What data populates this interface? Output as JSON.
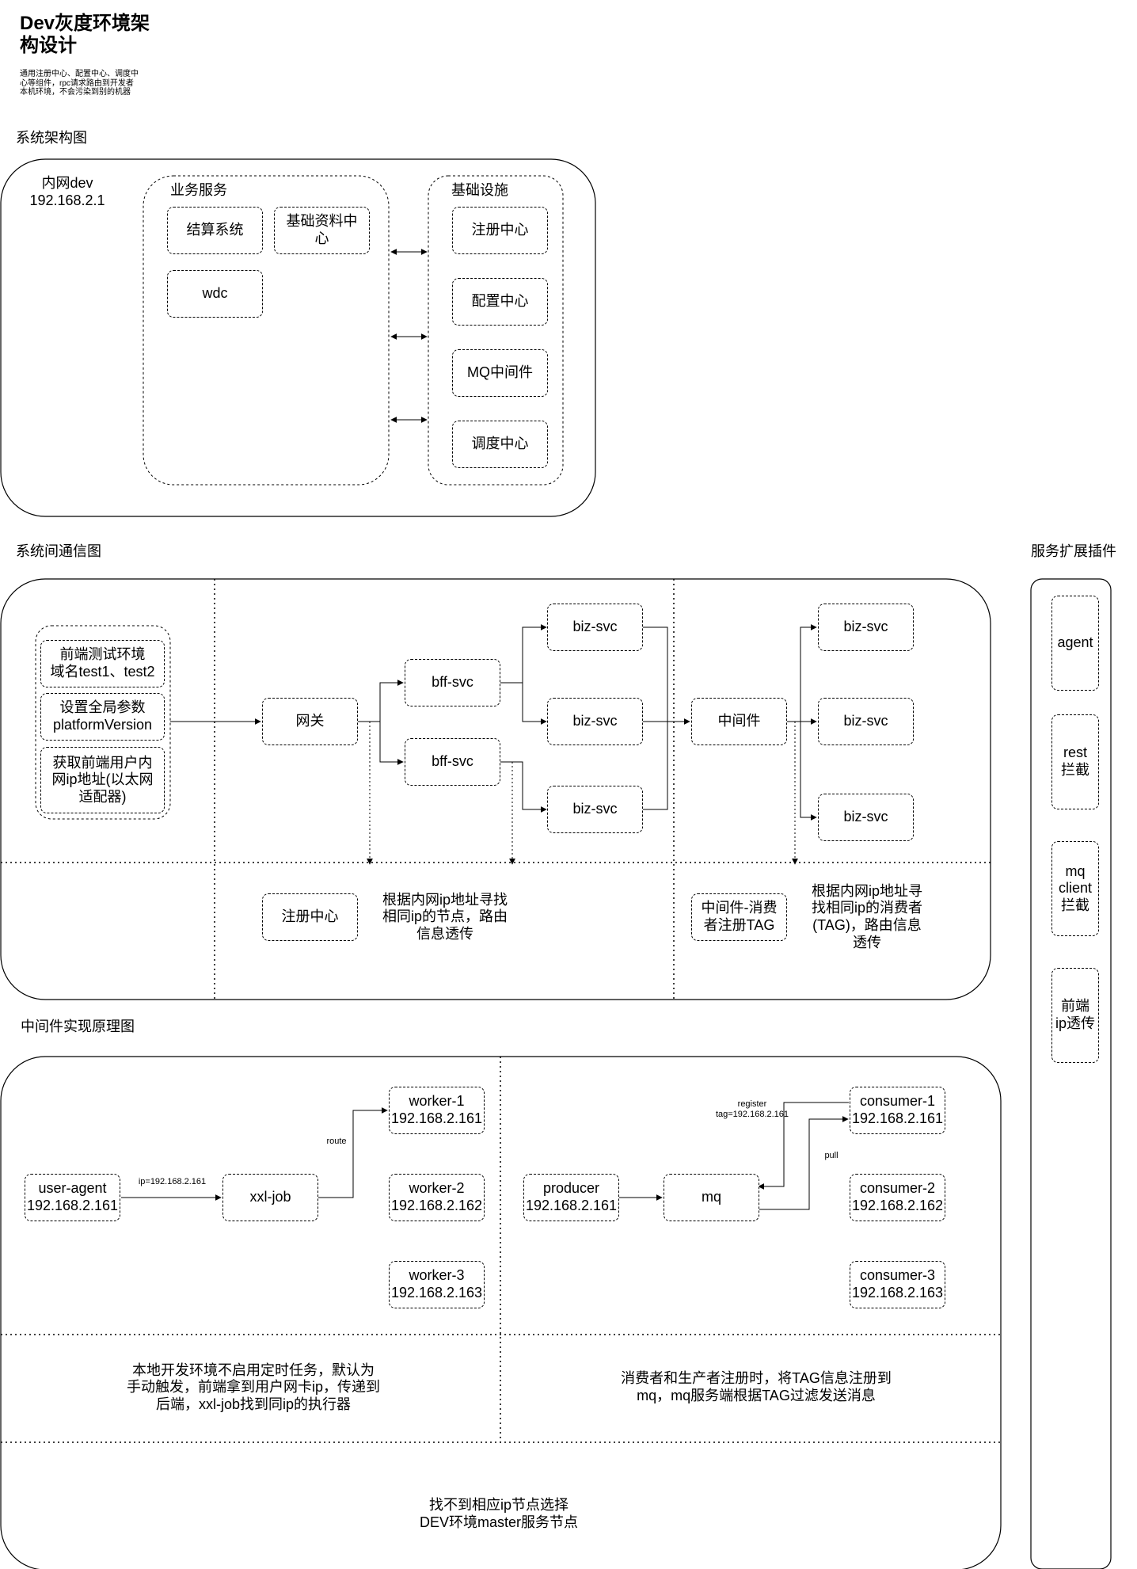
{
  "title": "Dev灰度环境架\n构设计",
  "subtitle": "通用注册中心、配置中心、调度中\n心等组件，rpc请求路由到开发者\n本机环境，不会污染到别的机器",
  "sections": {
    "arch": "系统架构图",
    "comm": "系统间通信图",
    "mw": "中间件实现原理图",
    "plugin": "服务扩展插件"
  },
  "arch": {
    "network_label": "内网dev\n192.168.2.1",
    "biz_group": "业务服务",
    "biz_items": [
      "结算系统",
      "基础资料中\n心",
      "wdc"
    ],
    "infra_group": "基础设施",
    "infra_items": [
      "注册中心",
      "配置中心",
      "MQ中间件",
      "调度中心"
    ]
  },
  "comm": {
    "frontend_items": [
      "前端测试环境\n域名test1、test2",
      "设置全局参数\nplatformVersion",
      "获取前端用户内\n网ip地址(以太网\n适配器)"
    ],
    "gateway": "网关",
    "bff": [
      "bff-svc",
      "bff-svc"
    ],
    "biz_svcs": [
      "biz-svc",
      "biz-svc",
      "biz-svc"
    ],
    "middleware": "中间件",
    "mw_biz_svcs": [
      "biz-svc",
      "biz-svc",
      "biz-svc"
    ],
    "registry": "注册中心",
    "registry_note": "根据内网ip地址寻找\n相同ip的节点，路由\n信息透传",
    "mw_consumer_reg": "中间件-消费\n者注册TAG",
    "mw_note": "根据内网ip地址寻\n找相同ip的消费者\n(TAG)，路由信息\n透传"
  },
  "mw": {
    "user_agent": "user-agent\n192.168.2.161",
    "ip_label": "ip=192.168.2.161",
    "xxl_job": "xxl-job",
    "route_label": "route",
    "workers": [
      "worker-1\n192.168.2.161",
      "worker-2\n192.168.2.162",
      "worker-3\n192.168.2.163"
    ],
    "producer": "producer\n192.168.2.161",
    "mq": "mq",
    "register_label": "register\ntag=192.168.2.161",
    "pull_label": "pull",
    "consumers": [
      "consumer-1\n192.168.2.161",
      "consumer-2\n192.168.2.162",
      "consumer-3\n192.168.2.163"
    ],
    "left_note": "本地开发环境不启用定时任务，默认为\n手动触发，前端拿到用户网卡ip，传递到\n后端，xxl-job找到同ip的执行器",
    "right_note": "消费者和生产者注册时，将TAG信息注册到\nmq，mq服务端根据TAG过滤发送消息",
    "bottom_note": "找不到相应ip节点选择\nDEV环境master服务节点"
  },
  "plugins": [
    "agent",
    "rest\n拦截",
    "mq\nclient\n拦截",
    "前端\nip透传"
  ],
  "colors": {
    "stroke": "#000000",
    "background": "#ffffff"
  }
}
